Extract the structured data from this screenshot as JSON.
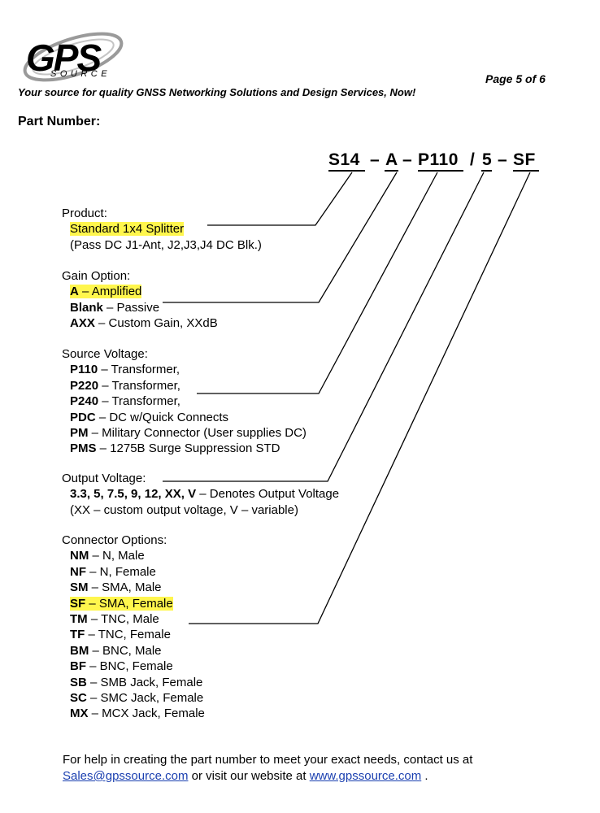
{
  "header": {
    "logo_main": "GPS",
    "logo_sub": "SOURCE",
    "tagline": "Your source for quality GNSS Networking Solutions and Design Services, Now!",
    "page": "Page 5 of 6"
  },
  "part_number": {
    "heading": "Part Number:",
    "code": [
      "S14",
      "–",
      "A",
      "–",
      "P110",
      "/",
      "5",
      "–",
      "SF"
    ]
  },
  "sections": [
    {
      "title": "Product:",
      "items": [
        {
          "bold": "",
          "text": "Standard 1x4 Splitter",
          "highlight": true
        },
        {
          "bold": "",
          "text": "(Pass DC J1-Ant, J2,J3,J4 DC Blk.)",
          "highlight": false
        }
      ]
    },
    {
      "title": "Gain Option:",
      "items": [
        {
          "bold": "A",
          "text": " – Amplified",
          "highlight": true
        },
        {
          "bold": "Blank",
          "text": " – Passive",
          "highlight": false
        },
        {
          "bold": "AXX",
          "text": " – Custom Gain, XXdB",
          "highlight": false
        }
      ]
    },
    {
      "title": "Source Voltage:",
      "items": [
        {
          "bold": "P110",
          "text": " – Transformer,",
          "highlight": false
        },
        {
          "bold": "P220",
          "text": " – Transformer,",
          "highlight": false
        },
        {
          "bold": "P240",
          "text": " – Transformer,",
          "highlight": false
        },
        {
          "bold": "PDC",
          "text": " – DC w/Quick Connects",
          "highlight": false
        },
        {
          "bold": "PM",
          "text": " – Military Connector (User supplies DC)",
          "highlight": false
        },
        {
          "bold": "PMS",
          "text": " – 1275B Surge Suppression STD",
          "highlight": false
        }
      ]
    },
    {
      "title": "Output Voltage:",
      "items": [
        {
          "bold": "3.3, 5, 7.5, 9, 12, XX, V",
          "text": " – Denotes Output Voltage",
          "highlight": false
        },
        {
          "bold": "",
          "text": "(XX – custom output voltage, V – variable)",
          "highlight": false
        }
      ]
    },
    {
      "title": "Connector Options:",
      "items": [
        {
          "bold": "NM",
          "text": " – N, Male",
          "highlight": false
        },
        {
          "bold": "NF",
          "text": " –  N, Female",
          "highlight": false
        },
        {
          "bold": "SM",
          "text": " – SMA, Male",
          "highlight": false
        },
        {
          "bold": "SF",
          "text": " –  SMA, Female",
          "highlight": true
        },
        {
          "bold": "TM",
          "text": " – TNC, Male",
          "highlight": false
        },
        {
          "bold": "TF",
          "text": " –  TNC, Female",
          "highlight": false
        },
        {
          "bold": "BM",
          "text": " – BNC, Male",
          "highlight": false
        },
        {
          "bold": "BF",
          "text": " –  BNC, Female",
          "highlight": false
        },
        {
          "bold": "SB",
          "text": " – SMB Jack, Female",
          "highlight": false
        },
        {
          "bold": "SC",
          "text": " – SMC Jack, Female",
          "highlight": false
        },
        {
          "bold": "MX",
          "text": " – MCX Jack, Female",
          "highlight": false
        }
      ]
    }
  ],
  "help": {
    "line1": "For help in creating the part number to meet your exact needs, contact us at",
    "email": "Sales@gpssource.com",
    "middle": " or visit our website at ",
    "website": "www.gpssource.com",
    "end": " ."
  }
}
